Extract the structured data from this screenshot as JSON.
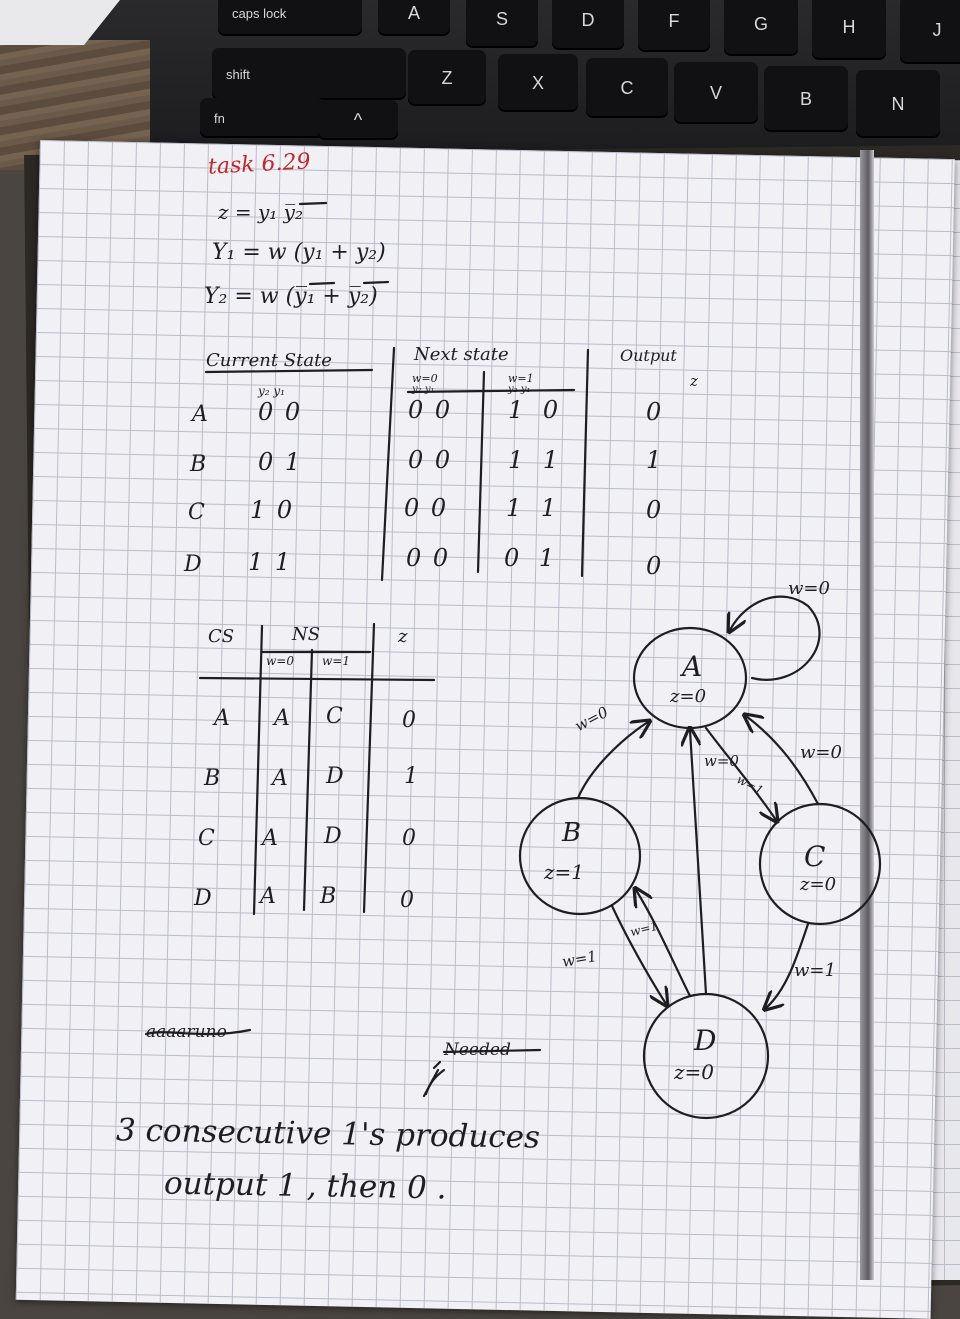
{
  "keyboard": {
    "keys": [
      "caps lock",
      "A",
      "S",
      "D",
      "F",
      "G",
      "H",
      "J",
      "shift",
      "Z",
      "X",
      "C",
      "V",
      "B",
      "N",
      "fn",
      "^"
    ]
  },
  "notes": {
    "title": "task 6.29",
    "equations": [
      "z = y₁ y̅₂",
      "Y₁ = w (y₁ + y₂)",
      "Y₂ = w (y̅₁ + y̅₂)"
    ],
    "table1": {
      "headers": {
        "current_state": "Current State",
        "next_state": "Next state",
        "output": "Output",
        "z": "z"
      },
      "subheaders": {
        "y2y1": "y₂ y₁",
        "w0": "w=0",
        "w1": "w=1",
        "y2y1_w0": "y₂ y₁",
        "y2y1_w1": "y₂ y₁"
      },
      "rows": [
        {
          "state": "A",
          "current": "0 0",
          "next_w0": "0 0",
          "next_w1": "1 0",
          "output": "0"
        },
        {
          "state": "B",
          "current": "0 1",
          "next_w0": "0 0",
          "next_w1": "1 1",
          "output": "1"
        },
        {
          "state": "C",
          "current": "1 0",
          "next_w0": "0 0",
          "next_w1": "1 1",
          "output": "0"
        },
        {
          "state": "D",
          "current": "1 1",
          "next_w0": "0 0",
          "next_w1": "0 1",
          "output": "0"
        }
      ]
    },
    "table2": {
      "headers": {
        "cs": "CS",
        "ns": "NS",
        "z": "z",
        "w0": "w=0",
        "w1": "w=1"
      },
      "rows": [
        {
          "cs": "A",
          "w0": "A",
          "w1": "C",
          "z": "0"
        },
        {
          "cs": "B",
          "w0": "A",
          "w1": "D",
          "z": "1"
        },
        {
          "cs": "C",
          "w0": "A",
          "w1": "D",
          "z": "0"
        },
        {
          "cs": "D",
          "w0": "A",
          "w1": "B",
          "z": "0"
        }
      ]
    },
    "diagram": {
      "states": [
        {
          "name": "A",
          "output": "z=0"
        },
        {
          "name": "B",
          "output": "z=1"
        },
        {
          "name": "C",
          "output": "z=0"
        },
        {
          "name": "D",
          "output": "z=0"
        }
      ],
      "edge_labels": {
        "self_a": "w=0",
        "b_to_a": "w=0",
        "c_to_a": "w=0",
        "d_to_a": "w=0",
        "a_to_c": "w=1",
        "b_to_d": "w=1",
        "d_to_b": "w=1",
        "c_to_d": "w=1"
      }
    },
    "crossed_out": "aaaaruno",
    "crossed_word": "Needed",
    "footnote_line1": "3 consecutive 1's produces",
    "footnote_line2": "output 1 , then 0 ."
  }
}
